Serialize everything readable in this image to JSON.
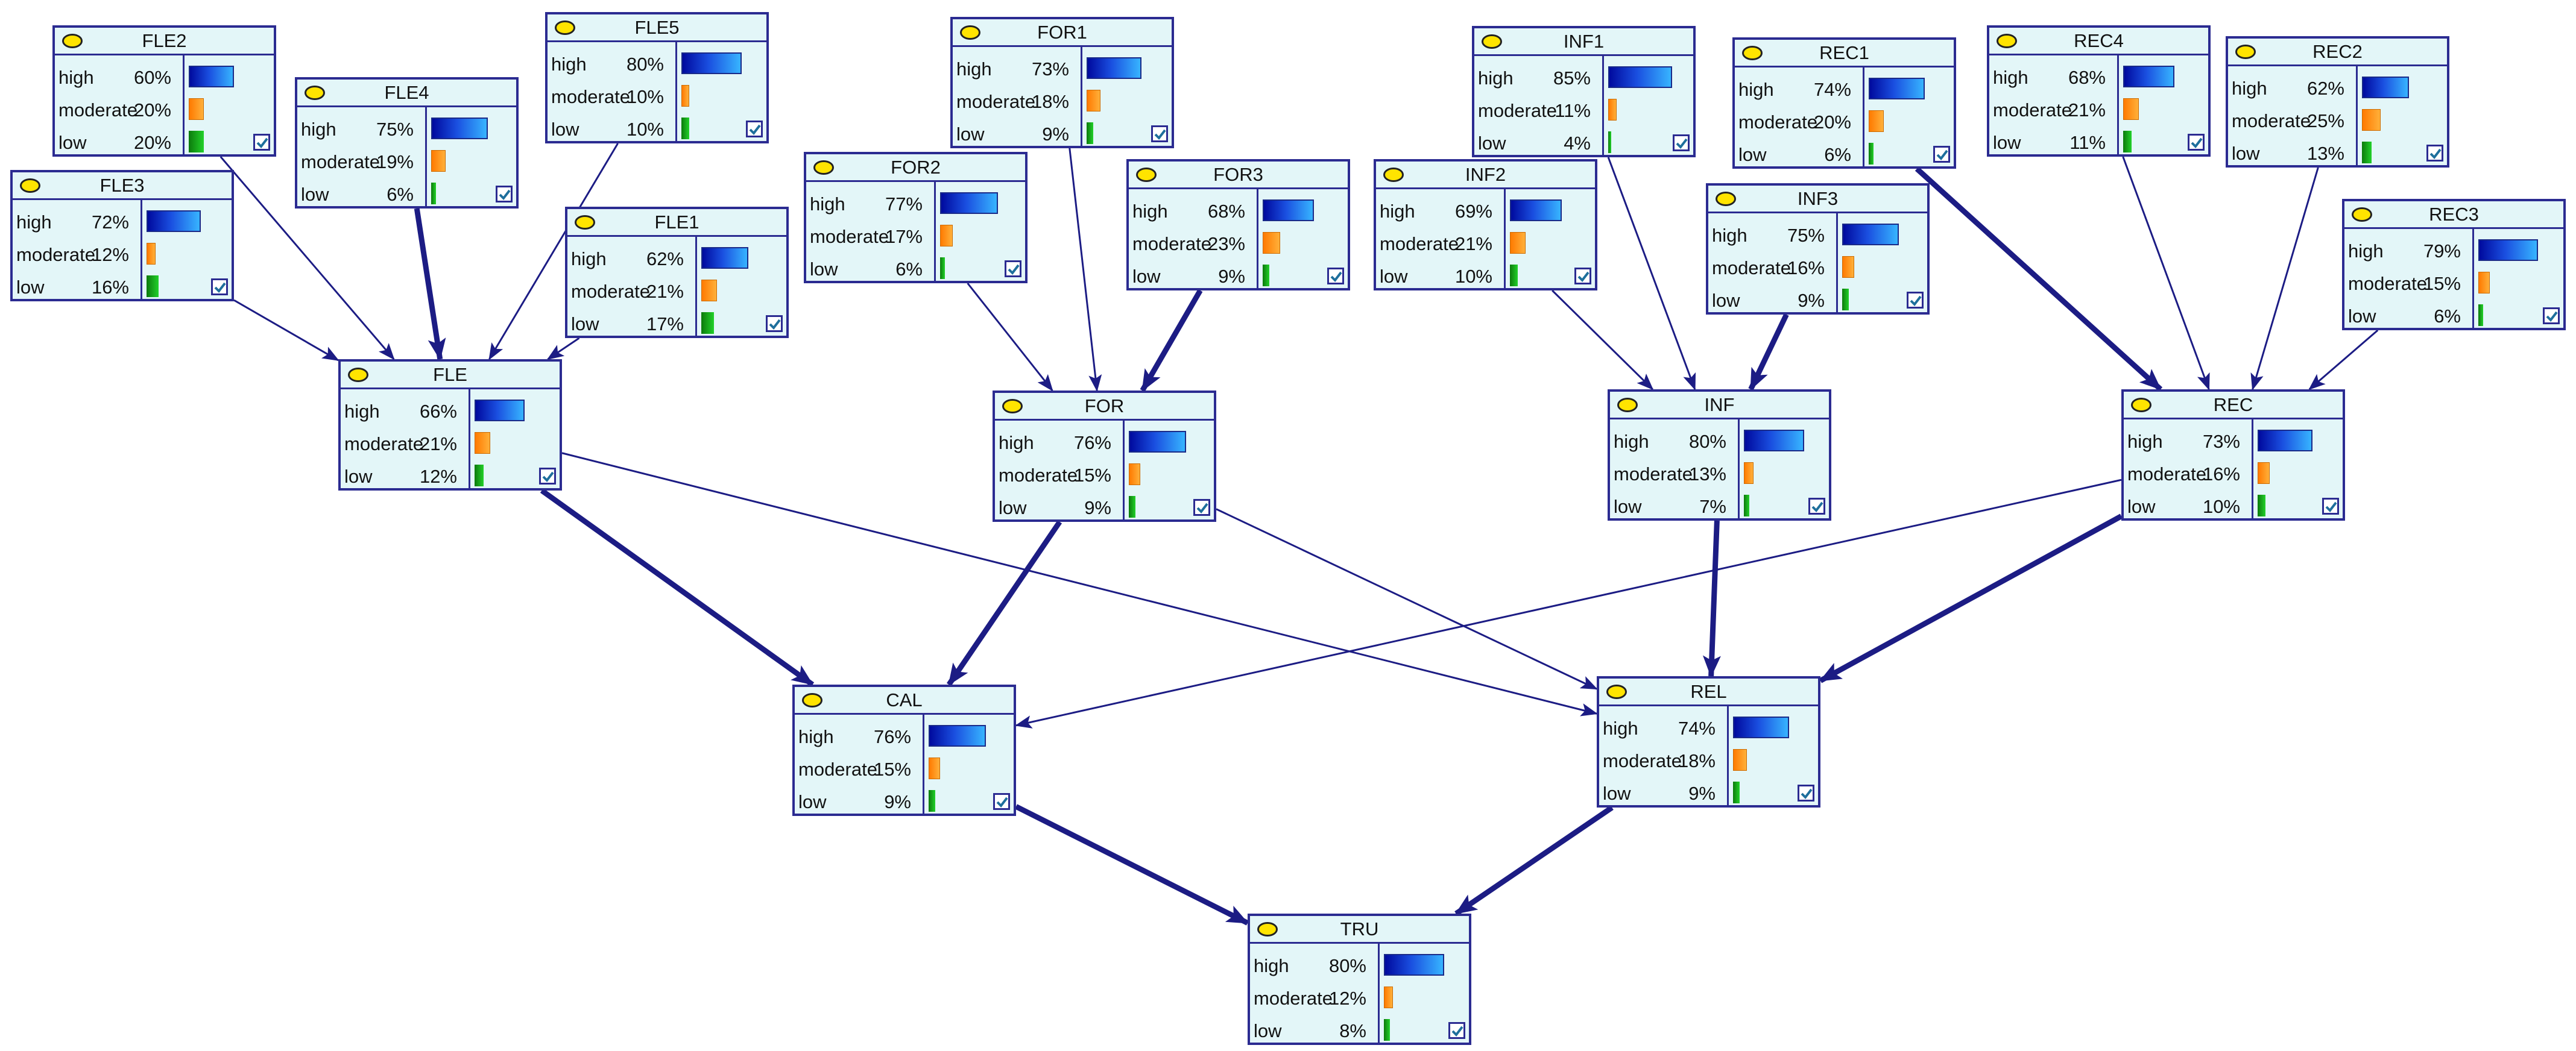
{
  "nodes": {
    "FLE2": {
      "title": "FLE2",
      "states": [
        {
          "label": "high",
          "pct": "60%",
          "value": 60
        },
        {
          "label": "moderate",
          "pct": "20%",
          "value": 20
        },
        {
          "label": "low",
          "pct": "20%",
          "value": 20
        }
      ]
    },
    "FLE3": {
      "title": "FLE3",
      "states": [
        {
          "label": "high",
          "pct": "72%",
          "value": 72
        },
        {
          "label": "moderate",
          "pct": "12%",
          "value": 12
        },
        {
          "label": "low",
          "pct": "16%",
          "value": 16
        }
      ]
    },
    "FLE4": {
      "title": "FLE4",
      "states": [
        {
          "label": "high",
          "pct": "75%",
          "value": 75
        },
        {
          "label": "moderate",
          "pct": "19%",
          "value": 19
        },
        {
          "label": "low",
          "pct": "6%",
          "value": 6
        }
      ]
    },
    "FLE5": {
      "title": "FLE5",
      "states": [
        {
          "label": "high",
          "pct": "80%",
          "value": 80
        },
        {
          "label": "moderate",
          "pct": "10%",
          "value": 10
        },
        {
          "label": "low",
          "pct": "10%",
          "value": 10
        }
      ]
    },
    "FLE1": {
      "title": "FLE1",
      "states": [
        {
          "label": "high",
          "pct": "62%",
          "value": 62
        },
        {
          "label": "moderate",
          "pct": "21%",
          "value": 21
        },
        {
          "label": "low",
          "pct": "17%",
          "value": 17
        }
      ]
    },
    "FLE": {
      "title": "FLE",
      "states": [
        {
          "label": "high",
          "pct": "66%",
          "value": 66
        },
        {
          "label": "moderate",
          "pct": "21%",
          "value": 21
        },
        {
          "label": "low",
          "pct": "12%",
          "value": 12
        }
      ]
    },
    "FOR1": {
      "title": "FOR1",
      "states": [
        {
          "label": "high",
          "pct": "73%",
          "value": 73
        },
        {
          "label": "moderate",
          "pct": "18%",
          "value": 18
        },
        {
          "label": "low",
          "pct": "9%",
          "value": 9
        }
      ]
    },
    "FOR2": {
      "title": "FOR2",
      "states": [
        {
          "label": "high",
          "pct": "77%",
          "value": 77
        },
        {
          "label": "moderate",
          "pct": "17%",
          "value": 17
        },
        {
          "label": "low",
          "pct": "6%",
          "value": 6
        }
      ]
    },
    "FOR3": {
      "title": "FOR3",
      "states": [
        {
          "label": "high",
          "pct": "68%",
          "value": 68
        },
        {
          "label": "moderate",
          "pct": "23%",
          "value": 23
        },
        {
          "label": "low",
          "pct": "9%",
          "value": 9
        }
      ]
    },
    "FOR": {
      "title": "FOR",
      "states": [
        {
          "label": "high",
          "pct": "76%",
          "value": 76
        },
        {
          "label": "moderate",
          "pct": "15%",
          "value": 15
        },
        {
          "label": "low",
          "pct": "9%",
          "value": 9
        }
      ]
    },
    "INF1": {
      "title": "INF1",
      "states": [
        {
          "label": "high",
          "pct": "85%",
          "value": 85
        },
        {
          "label": "moderate",
          "pct": "11%",
          "value": 11
        },
        {
          "label": "low",
          "pct": "4%",
          "value": 4
        }
      ]
    },
    "INF2": {
      "title": "INF2",
      "states": [
        {
          "label": "high",
          "pct": "69%",
          "value": 69
        },
        {
          "label": "moderate",
          "pct": "21%",
          "value": 21
        },
        {
          "label": "low",
          "pct": "10%",
          "value": 10
        }
      ]
    },
    "INF3": {
      "title": "INF3",
      "states": [
        {
          "label": "high",
          "pct": "75%",
          "value": 75
        },
        {
          "label": "moderate",
          "pct": "16%",
          "value": 16
        },
        {
          "label": "low",
          "pct": "9%",
          "value": 9
        }
      ]
    },
    "INF": {
      "title": "INF",
      "states": [
        {
          "label": "high",
          "pct": "80%",
          "value": 80
        },
        {
          "label": "moderate",
          "pct": "13%",
          "value": 13
        },
        {
          "label": "low",
          "pct": "7%",
          "value": 7
        }
      ]
    },
    "REC1": {
      "title": "REC1",
      "states": [
        {
          "label": "high",
          "pct": "74%",
          "value": 74
        },
        {
          "label": "moderate",
          "pct": "20%",
          "value": 20
        },
        {
          "label": "low",
          "pct": "6%",
          "value": 6
        }
      ]
    },
    "REC4": {
      "title": "REC4",
      "states": [
        {
          "label": "high",
          "pct": "68%",
          "value": 68
        },
        {
          "label": "moderate",
          "pct": "21%",
          "value": 21
        },
        {
          "label": "low",
          "pct": "11%",
          "value": 11
        }
      ]
    },
    "REC2": {
      "title": "REC2",
      "states": [
        {
          "label": "high",
          "pct": "62%",
          "value": 62
        },
        {
          "label": "moderate",
          "pct": "25%",
          "value": 25
        },
        {
          "label": "low",
          "pct": "13%",
          "value": 13
        }
      ]
    },
    "REC3": {
      "title": "REC3",
      "states": [
        {
          "label": "high",
          "pct": "79%",
          "value": 79
        },
        {
          "label": "moderate",
          "pct": "15%",
          "value": 15
        },
        {
          "label": "low",
          "pct": "6%",
          "value": 6
        }
      ]
    },
    "REC": {
      "title": "REC",
      "states": [
        {
          "label": "high",
          "pct": "73%",
          "value": 73
        },
        {
          "label": "moderate",
          "pct": "16%",
          "value": 16
        },
        {
          "label": "low",
          "pct": "10%",
          "value": 10
        }
      ]
    },
    "CAL": {
      "title": "CAL",
      "states": [
        {
          "label": "high",
          "pct": "76%",
          "value": 76
        },
        {
          "label": "moderate",
          "pct": "15%",
          "value": 15
        },
        {
          "label": "low",
          "pct": "9%",
          "value": 9
        }
      ]
    },
    "REL": {
      "title": "REL",
      "states": [
        {
          "label": "high",
          "pct": "74%",
          "value": 74
        },
        {
          "label": "moderate",
          "pct": "18%",
          "value": 18
        },
        {
          "label": "low",
          "pct": "9%",
          "value": 9
        }
      ]
    },
    "TRU": {
      "title": "TRU",
      "states": [
        {
          "label": "high",
          "pct": "80%",
          "value": 80
        },
        {
          "label": "moderate",
          "pct": "12%",
          "value": 12
        },
        {
          "label": "low",
          "pct": "8%",
          "value": 8
        }
      ]
    }
  },
  "edges": [
    {
      "from": "FLE2",
      "to": "FLE",
      "weight": "thin"
    },
    {
      "from": "FLE3",
      "to": "FLE",
      "weight": "thin"
    },
    {
      "from": "FLE4",
      "to": "FLE",
      "weight": "thick"
    },
    {
      "from": "FLE5",
      "to": "FLE",
      "weight": "thin"
    },
    {
      "from": "FLE1",
      "to": "FLE",
      "weight": "thin"
    },
    {
      "from": "FOR1",
      "to": "FOR",
      "weight": "thin"
    },
    {
      "from": "FOR2",
      "to": "FOR",
      "weight": "thin"
    },
    {
      "from": "FOR3",
      "to": "FOR",
      "weight": "thick"
    },
    {
      "from": "INF1",
      "to": "INF",
      "weight": "thin"
    },
    {
      "from": "INF2",
      "to": "INF",
      "weight": "thin"
    },
    {
      "from": "INF3",
      "to": "INF",
      "weight": "thick"
    },
    {
      "from": "REC1",
      "to": "REC",
      "weight": "thick"
    },
    {
      "from": "REC4",
      "to": "REC",
      "weight": "thin"
    },
    {
      "from": "REC2",
      "to": "REC",
      "weight": "thin"
    },
    {
      "from": "REC3",
      "to": "REC",
      "weight": "thin"
    },
    {
      "from": "FLE",
      "to": "CAL",
      "weight": "thick"
    },
    {
      "from": "FLE",
      "to": "REL",
      "weight": "thin"
    },
    {
      "from": "FOR",
      "to": "CAL",
      "weight": "thick"
    },
    {
      "from": "FOR",
      "to": "REL",
      "weight": "thin"
    },
    {
      "from": "INF",
      "to": "REL",
      "weight": "thick"
    },
    {
      "from": "REC",
      "to": "CAL",
      "weight": "thin"
    },
    {
      "from": "REC",
      "to": "REL",
      "weight": "thick"
    },
    {
      "from": "CAL",
      "to": "TRU",
      "weight": "thick"
    },
    {
      "from": "REL",
      "to": "TRU",
      "weight": "thick"
    }
  ],
  "colors": {
    "node_fill": "#e3f6f8",
    "node_border": "#2b2b91",
    "edge": "#1c1c84",
    "bulb": "#ffe400",
    "high_bar": "#1a4fe0",
    "moderate_bar": "#ffa020",
    "low_bar": "#22c02a"
  }
}
